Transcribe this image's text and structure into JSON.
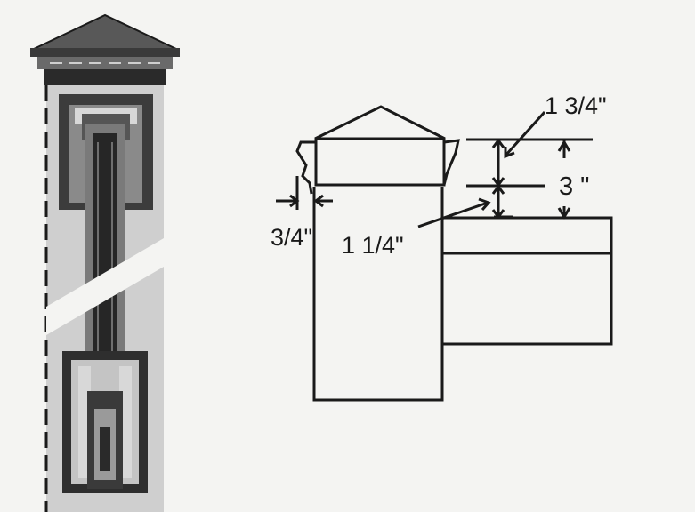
{
  "dimensions": {
    "cap_height": "1 3/4\"",
    "total_height": "3 \"",
    "trim_height": "1 1/4\"",
    "overhang": "3/4\""
  },
  "colors": {
    "background": "#f4f4f2",
    "ink": "#1a1a1a",
    "post_light": "#cfcfcf",
    "post_mid": "#8a8a8a",
    "post_dark": "#3c3c3c",
    "post_darkest": "#262626"
  }
}
